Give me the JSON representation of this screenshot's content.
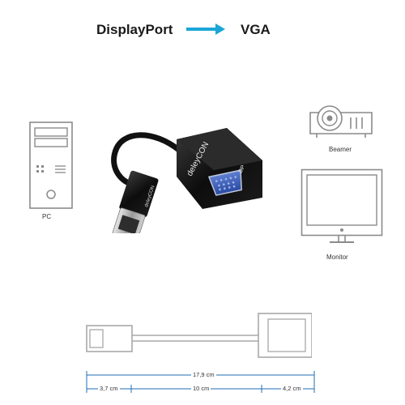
{
  "header": {
    "left_label": "DisplayPort",
    "right_label": "VGA",
    "arrow_icon": "arrow-right-icon",
    "arrow_color": "#1aa6d6"
  },
  "devices": {
    "pc_label": "PC",
    "beamer_label": "Beamer",
    "monitor_label": "Monitor"
  },
  "product": {
    "brand": "deleyCON",
    "port_mark": "DP"
  },
  "dimensions": {
    "total": "17,9 cm",
    "dp_end": "3,7 cm",
    "cable": "10 cm",
    "vga_end": "4,2 cm",
    "line_color": "#1f6db5"
  }
}
